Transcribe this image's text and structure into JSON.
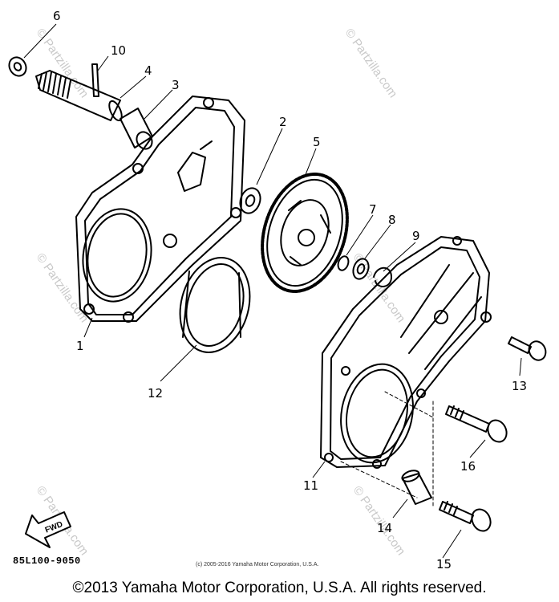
{
  "watermark": {
    "text": "© Partzilla.com"
  },
  "callouts": {
    "c1": "1",
    "c2": "2",
    "c3": "3",
    "c4": "4",
    "c5": "5",
    "c6": "6",
    "c7": "7",
    "c8": "8",
    "c9": "9",
    "c10": "10",
    "c11": "11",
    "c12": "12",
    "c13": "13",
    "c14": "14",
    "c15": "15",
    "c16": "16"
  },
  "fwd_label": "FWD",
  "part_code": "85L100-9050",
  "small_copyright": "(c) 2005-2016 Yamaha Motor Corporation, U.S.A.",
  "footer": "©2013 Yamaha Motor Corporation, U.S.A. All rights reserved."
}
